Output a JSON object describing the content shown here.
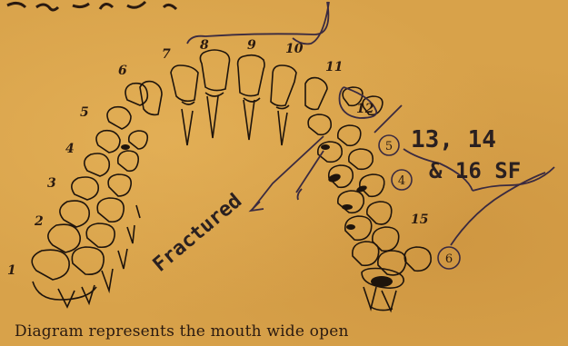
{
  "diagram": {
    "tooth_numbers": [
      "1",
      "2",
      "3",
      "4",
      "5",
      "6",
      "7",
      "8",
      "9",
      "10",
      "11",
      "12",
      "15"
    ],
    "circled_numbers": [
      "5",
      "4",
      "6"
    ],
    "fracture_label": "Fractured",
    "annotation_line1": "13, 14",
    "annotation_line2": "& 16 SF",
    "caption": "Diagram represents the mouth wide open",
    "colors": {
      "paper": "#d8a24a",
      "ink": "#2a1a10",
      "blue_ink": "#3a2a40"
    }
  }
}
